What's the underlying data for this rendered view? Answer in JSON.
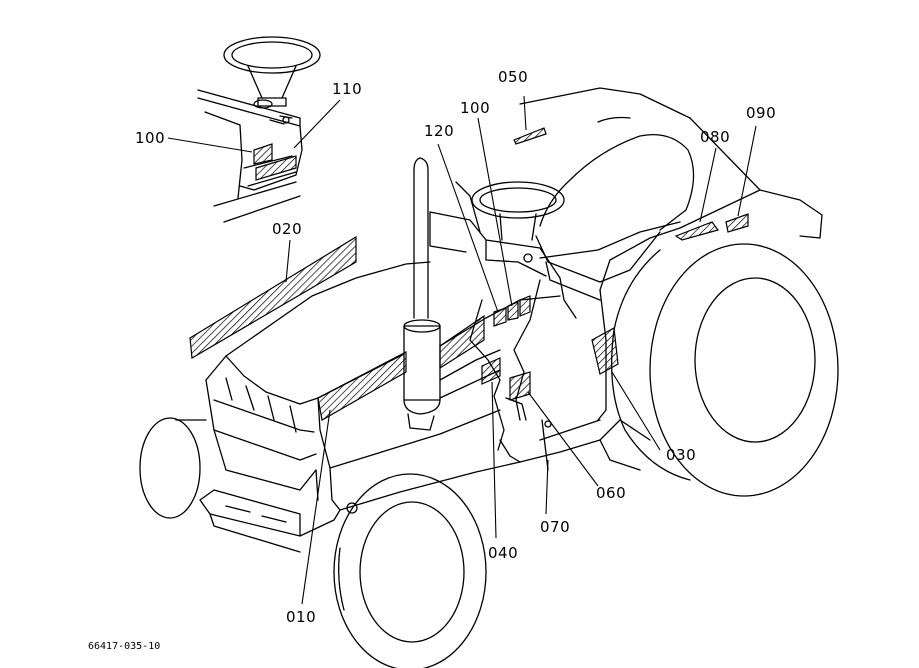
{
  "callouts": {
    "c010": "010",
    "c020": "020",
    "c030": "030",
    "c040": "040",
    "c050": "050",
    "c060": "060",
    "c070": "070",
    "c080": "080",
    "c090": "090",
    "c100_inset": "100",
    "c100_main": "100",
    "c110": "110",
    "c120": "120"
  },
  "drawing_ref": "66417-035-10"
}
